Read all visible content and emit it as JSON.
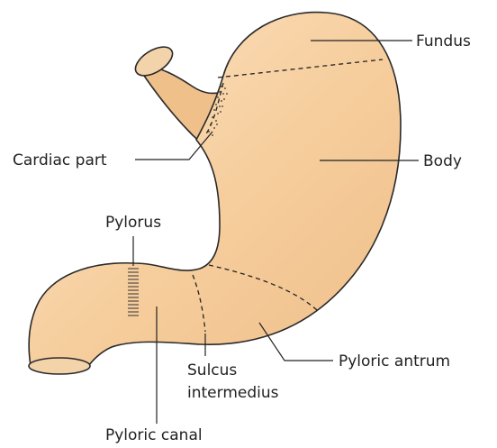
{
  "labels": {
    "fundus": "Fundus",
    "body": "Body",
    "cardiac_part": "Cardiac part",
    "pylorus": "Pylorus",
    "pyloric_antrum": "Pyloric antrum",
    "sulcus_line1": "Sulcus",
    "sulcus_line2": "intermedius",
    "pyloric_canal": "Pyloric canal"
  },
  "colors": {
    "stomach_fill": "#f6cd9c",
    "stomach_fill_light": "#fbe3c2",
    "esophagus_fill": "#efc08a",
    "outline": "#2a2a2a",
    "text": "#222222"
  }
}
